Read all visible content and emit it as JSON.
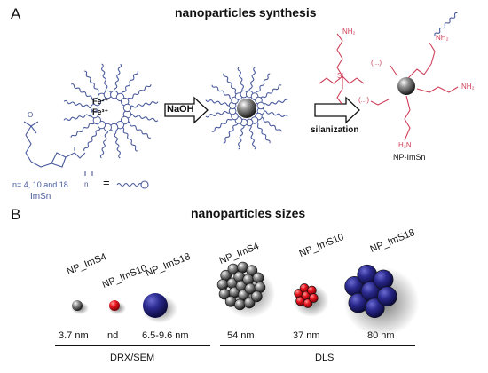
{
  "panel_a": {
    "letter": "A",
    "title": "nanoparticles synthesis",
    "ions": [
      "Fe²⁺",
      "Fe³⁺"
    ],
    "reagent": "NaOH",
    "process": "silanization",
    "chain_index": "n",
    "equals": "=",
    "lengths": "n= 4, 10 and 18",
    "ligand_name": "ImSn",
    "product_name": "NP-ImSn",
    "groups": {
      "sulfonate": "O",
      "nh2": "NH₂",
      "h2n": "H₂N",
      "dots": "(...)",
      "si": "Si",
      "o": "O"
    }
  },
  "panel_b": {
    "letter": "B",
    "title": "nanoparticles sizes",
    "labels_left": [
      "NP_ImS4",
      "NP_ImS10",
      "NP_ImS18"
    ],
    "sizes_left": [
      "3.7 nm",
      "nd",
      "6.5-9.6 nm"
    ],
    "labels_right": [
      "NP_ImS4",
      "NP_ImS10",
      "NP_ImS18"
    ],
    "sizes_right": [
      "54 nm",
      "37 nm",
      "80 nm"
    ],
    "method_left": "DRX/SEM",
    "method_right": "DLS"
  },
  "colors": {
    "ligand": "#4a5a9c",
    "silane": "#d0405a",
    "gray_particle": "#9a9a9a",
    "red_particle": "#e8141e",
    "blue_particle": "#2b2a8f"
  }
}
